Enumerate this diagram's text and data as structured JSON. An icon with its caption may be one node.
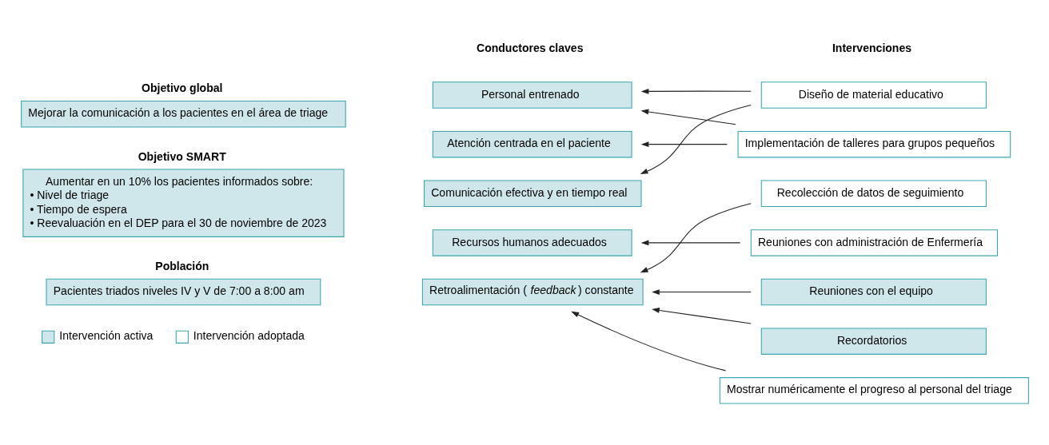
{
  "diagram": {
    "nodes": [
      {
        "text": [
          "Objetivo global",
          "Mejorar la comunicación a los pacientes en el área de triage"
        ]
      },
      {
        "text": [
          "Objetivo SMART",
          "Aumentar en un 10% los pacientes informados sobre:",
          "• Nivel de triage",
          "• Tiempo de espera",
          "• Reevaluación en el DEP para el 30 de noviembre de 2023"
        ]
      },
      {
        "text": [
          "Población",
          "Pacientes triados niveles IV y V de 7:00 a 8:00 am"
        ]
      },
      {
        "text": [
          "Personal entrenado"
        ]
      },
      {
        "text": [
          "Atención centrada en el paciente"
        ]
      },
      {
        "text": [
          "Comunicación efectiva y en tiempo real"
        ]
      },
      {
        "text": [
          "Recursos humanos adecuados"
        ]
      },
      {
        "text": [
          "Retroalimentación (*feedback*) constante"
        ]
      },
      {
        "text": [
          "Diseño de material educativo"
        ]
      },
      {
        "text": [
          "Implementación de talleres para grupos pequeños"
        ]
      },
      {
        "text": [
          "Recolección de datos de seguimiento"
        ]
      },
      {
        "text": [
          "Reuniones con administración de Enfermería"
        ]
      },
      {
        "text": [
          "Reuniones con el equipo"
        ]
      },
      {
        "text": [
          "Recordatorios"
        ]
      },
      {
        "text": [
          "Mostrar numéricamente el progreso al personal del triage"
        ]
      }
    ],
    "edges": [
      {
        "from": 8,
        "to": 3,
        "arrow": "to"
      },
      {
        "from": 8,
        "to": 5,
        "arrow": "to"
      },
      {
        "from": 9,
        "to": 3,
        "arrow": "to"
      },
      {
        "from": 9,
        "to": 4,
        "arrow": "to"
      },
      {
        "from": 10,
        "to": 7,
        "arrow": "to"
      },
      {
        "from": 11,
        "to": 6,
        "arrow": "to"
      },
      {
        "from": 12,
        "to": 7,
        "arrow": "to"
      },
      {
        "from": 13,
        "to": 7,
        "arrow": "to"
      },
      {
        "from": 14,
        "to": 7,
        "arrow": "to"
      }
    ],
    "labels": [
      "Conductores claves",
      "Intervenciones"
    ],
    "legend": [
      {
        "text": "Intervención activa",
        "color": "#cfe7ea"
      },
      {
        "text": "Intervención adoptada",
        "color": "#ffffff"
      }
    ]
  }
}
